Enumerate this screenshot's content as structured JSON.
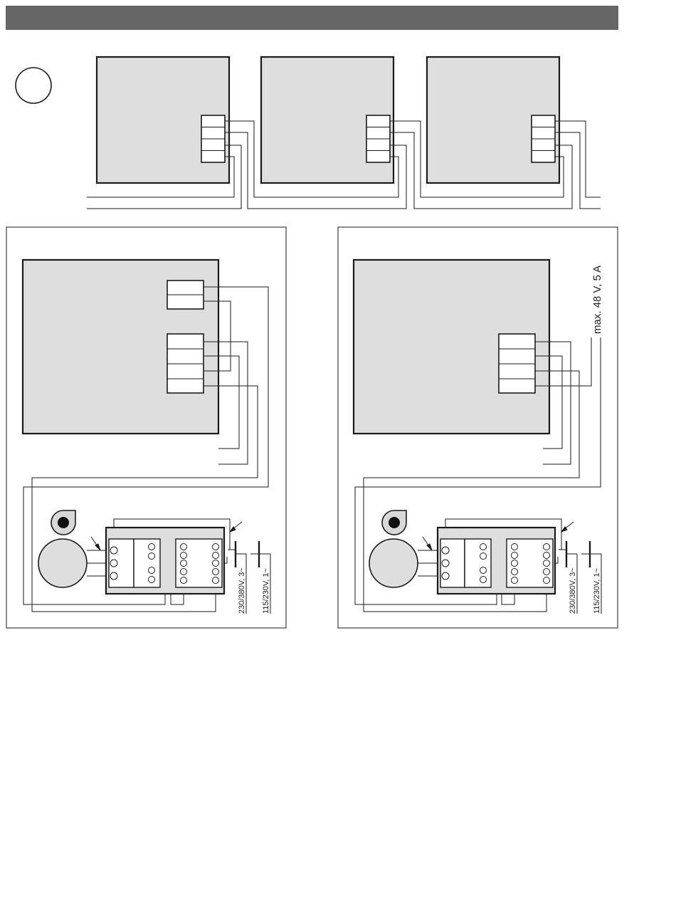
{
  "colors": {
    "header_bar": "#666666",
    "panel_fill": "#dedede",
    "stroke": "#1a1a1a"
  },
  "labels": {
    "left_supply_3ph": "230/380V, 3~",
    "left_supply_1ph": "115/230V, 1~",
    "right_supply_3ph": "230/380V, 3~",
    "right_supply_1ph": "115/230V, 1~",
    "relay_rating": "max. 48 V, 5 A"
  },
  "icons": [
    "circle-marker-icon",
    "fan-icon",
    "motor-icon",
    "arrow-icon"
  ]
}
